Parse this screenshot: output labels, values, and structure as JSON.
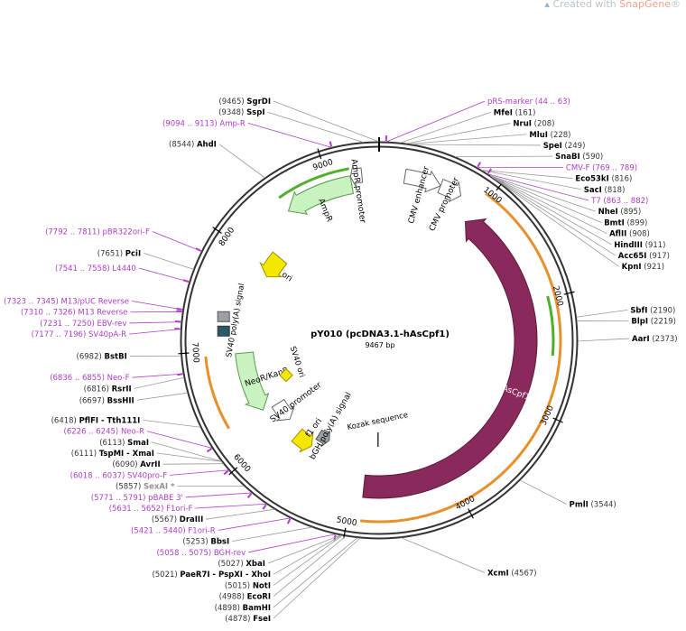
{
  "watermark": {
    "prefix": "Created with ",
    "brand": "SnapGene",
    "mark": "®"
  },
  "plasmid": {
    "name": "pY010 (pcDNA3.1-hAsCpf1)",
    "length_label": "9467 bp",
    "total_bp": 9467
  },
  "colors": {
    "backbone": "#333333",
    "enzyme_text": "#000000",
    "enzyme_pos": "#333333",
    "primer": "#b03cc8",
    "asCpf1": "#8a2a5c",
    "orf_light": "#c8f2c0",
    "orf_dark": "#3a8a22",
    "ori": "#f5e800",
    "promoter": "#ffffff",
    "polyA": "#9aa0a6",
    "orange": "#e7902a",
    "green": "#4db02a",
    "pink": "#c88aa0",
    "grey_site": "#909090"
  },
  "ticks": [
    {
      "bp": 1000,
      "label": "1000"
    },
    {
      "bp": 2000,
      "label": "2000"
    },
    {
      "bp": 3000,
      "label": "3000"
    },
    {
      "bp": 4000,
      "label": "4000"
    },
    {
      "bp": 5000,
      "label": "5000"
    },
    {
      "bp": 6000,
      "label": "6000"
    },
    {
      "bp": 7000,
      "label": "7000"
    },
    {
      "bp": 8000,
      "label": "8000"
    },
    {
      "bp": 9000,
      "label": "9000"
    }
  ],
  "features": [
    {
      "name": "AsCpf1",
      "start": 947,
      "end": 4890,
      "dir": -1,
      "kind": "asCpf1",
      "label": "AsCpf1"
    },
    {
      "name": "AmpR",
      "start": 8545,
      "end": 9205,
      "dir": -1,
      "kind": "orf_light",
      "label": "AmpR"
    },
    {
      "name": "AmpR promoter",
      "start": 9206,
      "end": 9310,
      "dir": -1,
      "kind": "promoter",
      "label": "AmpR promoter"
    },
    {
      "name": "ori",
      "start": 7875,
      "end": 8145,
      "dir": -1,
      "kind": "ori",
      "label": "ori"
    },
    {
      "name": "NeoR/KanR",
      "start": 6285,
      "end": 6960,
      "dir": -1,
      "kind": "orf_light",
      "label": "NeoR/KanR"
    },
    {
      "name": "SV40 promoter",
      "start": 6010,
      "end": 6260,
      "dir": -1,
      "kind": "promoter",
      "label": "SV40 promoter"
    },
    {
      "name": "f1 ori",
      "start": 5590,
      "end": 5810,
      "dir": -1,
      "kind": "ori",
      "label": "f1 ori"
    },
    {
      "name": "bGH poly(A) signal",
      "start": 5430,
      "end": 5590,
      "dir": -1,
      "kind": "polyA",
      "label": "bGH poly(A) signal"
    },
    {
      "name": "CMV enhancer",
      "start": 235,
      "end": 570,
      "dir": 1,
      "kind": "promoter",
      "label": "CMV enhancer"
    },
    {
      "name": "CMV promoter",
      "start": 570,
      "end": 775,
      "dir": 1,
      "kind": "promoter",
      "label": "CMV promoter"
    }
  ],
  "outer_arcs": [
    {
      "start": 947,
      "end": 4890,
      "kind": "orange",
      "ring": 206
    },
    {
      "start": 1980,
      "end": 2500,
      "kind": "green",
      "ring": 198
    },
    {
      "start": 8545,
      "end": 9205,
      "kind": "green",
      "ring": 198
    },
    {
      "start": 6300,
      "end": 6960,
      "kind": "orange",
      "ring": 198
    }
  ],
  "small_markers": [
    {
      "bp": 7340,
      "label": "SV40 poly(A) signal"
    },
    {
      "bp": 4750,
      "label": "Kozak sequence"
    },
    {
      "bp": 6560,
      "label": "SV40 ori"
    }
  ],
  "inner_labels": [
    {
      "text": "SV40 poly(A) signal"
    },
    {
      "text": "Kozak sequence"
    },
    {
      "text": "SV40 ori"
    }
  ],
  "sites": [
    {
      "name": "SgrDI",
      "pos": "(9465)",
      "bp": 9465,
      "kind": "enzyme"
    },
    {
      "name": "SspI",
      "pos": "(9348)",
      "bp": 9348,
      "kind": "enzyme"
    },
    {
      "name": "Amp-R",
      "pos": "(9094 .. 9113)",
      "bp": 9103,
      "kind": "primer"
    },
    {
      "name": "AhdI",
      "pos": "(8544)",
      "bp": 8544,
      "kind": "enzyme"
    },
    {
      "name": "pBR322ori-F",
      "pos": "(7792 .. 7811)",
      "bp": 7801,
      "kind": "primer"
    },
    {
      "name": "PciI",
      "pos": "(7651)",
      "bp": 7651,
      "kind": "enzyme"
    },
    {
      "name": "L4440",
      "pos": "(7541 .. 7558)",
      "bp": 7550,
      "kind": "primer"
    },
    {
      "name": "M13/pUC Reverse",
      "pos": "(7323 .. 7345)",
      "bp": 7334,
      "kind": "primer"
    },
    {
      "name": "M13 Reverse",
      "pos": "(7310 .. 7326)",
      "bp": 7318,
      "kind": "primer"
    },
    {
      "name": "EBV-rev",
      "pos": "(7231 .. 7250)",
      "bp": 7240,
      "kind": "primer"
    },
    {
      "name": "SV40pA-R",
      "pos": "(7177 .. 7196)",
      "bp": 7186,
      "kind": "primer"
    },
    {
      "name": "BstBI",
      "pos": "(6982)",
      "bp": 6982,
      "kind": "enzyme"
    },
    {
      "name": "Neo-F",
      "pos": "(6836 .. 6855)",
      "bp": 6845,
      "kind": "primer"
    },
    {
      "name": "RsrII",
      "pos": "(6816)",
      "bp": 6816,
      "kind": "enzyme"
    },
    {
      "name": "BssHII",
      "pos": "(6697)",
      "bp": 6697,
      "kind": "enzyme"
    },
    {
      "name": "PflFI - Tth111I",
      "pos": "(6418)",
      "bp": 6418,
      "kind": "enzyme"
    },
    {
      "name": "Neo-R",
      "pos": "(6226 .. 6245)",
      "bp": 6235,
      "kind": "primer"
    },
    {
      "name": "SmaI",
      "pos": "(6113)",
      "bp": 6113,
      "kind": "enzyme"
    },
    {
      "name": "TspMI - XmaI",
      "pos": "(6111)",
      "bp": 6111,
      "kind": "enzyme"
    },
    {
      "name": "AvrII",
      "pos": "(6090)",
      "bp": 6090,
      "kind": "enzyme"
    },
    {
      "name": "SV40pro-F",
      "pos": "(6018 .. 6037)",
      "bp": 6027,
      "kind": "primer"
    },
    {
      "name": "SexAI *",
      "pos": "(5857)",
      "bp": 5857,
      "kind": "grey"
    },
    {
      "name": "pBABE 3'",
      "pos": "(5771 .. 5791)",
      "bp": 5781,
      "kind": "primer"
    },
    {
      "name": "F1ori-F",
      "pos": "(5631 .. 5652)",
      "bp": 5641,
      "kind": "primer"
    },
    {
      "name": "DraIII",
      "pos": "(5567)",
      "bp": 5567,
      "kind": "enzyme"
    },
    {
      "name": "F1ori-R",
      "pos": "(5421 .. 5440)",
      "bp": 5430,
      "kind": "primer"
    },
    {
      "name": "BbsI",
      "pos": "(5253)",
      "bp": 5253,
      "kind": "enzyme"
    },
    {
      "name": "BGH-rev",
      "pos": "(5058 .. 5075)",
      "bp": 5066,
      "kind": "primer"
    },
    {
      "name": "XbaI",
      "pos": "(5027)",
      "bp": 5027,
      "kind": "enzyme"
    },
    {
      "name": "PaeR7I - PspXI - XhoI",
      "pos": "(5021)",
      "bp": 5021,
      "kind": "enzyme"
    },
    {
      "name": "NotI",
      "pos": "(5015)",
      "bp": 5015,
      "kind": "enzyme"
    },
    {
      "name": "EcoRI",
      "pos": "(4988)",
      "bp": 4988,
      "kind": "enzyme"
    },
    {
      "name": "BamHI",
      "pos": "(4898)",
      "bp": 4898,
      "kind": "enzyme"
    },
    {
      "name": "FseI",
      "pos": "(4878)",
      "bp": 4878,
      "kind": "enzyme"
    },
    {
      "name": "XcmI",
      "pos": "(4567)",
      "bp": 4567,
      "kind": "enzyme"
    },
    {
      "name": "PmlI",
      "pos": "(3544)",
      "bp": 3544,
      "kind": "enzyme"
    },
    {
      "name": "AarI",
      "pos": "(2373)",
      "bp": 2373,
      "kind": "enzyme"
    },
    {
      "name": "BlpI",
      "pos": "(2219)",
      "bp": 2219,
      "kind": "enzyme"
    },
    {
      "name": "SbfI",
      "pos": "(2190)",
      "bp": 2190,
      "kind": "enzyme"
    },
    {
      "name": "KpnI",
      "pos": "(921)",
      "bp": 921,
      "kind": "enzyme"
    },
    {
      "name": "Acc65I",
      "pos": "(917)",
      "bp": 917,
      "kind": "enzyme"
    },
    {
      "name": "HindIII",
      "pos": "(911)",
      "bp": 911,
      "kind": "enzyme"
    },
    {
      "name": "AflII",
      "pos": "(908)",
      "bp": 908,
      "kind": "enzyme"
    },
    {
      "name": "BmtI",
      "pos": "(899)",
      "bp": 899,
      "kind": "enzyme"
    },
    {
      "name": "NheI",
      "pos": "(895)",
      "bp": 895,
      "kind": "enzyme"
    },
    {
      "name": "T7",
      "pos": "(863 .. 882)",
      "bp": 872,
      "kind": "primer"
    },
    {
      "name": "SacI",
      "pos": "(818)",
      "bp": 818,
      "kind": "enzyme"
    },
    {
      "name": "Eco53kI",
      "pos": "(816)",
      "bp": 816,
      "kind": "enzyme"
    },
    {
      "name": "CMV-F",
      "pos": "(769 .. 789)",
      "bp": 779,
      "kind": "primer"
    },
    {
      "name": "SnaBI",
      "pos": "(590)",
      "bp": 590,
      "kind": "enzyme"
    },
    {
      "name": "SpeI",
      "pos": "(249)",
      "bp": 249,
      "kind": "enzyme"
    },
    {
      "name": "MluI",
      "pos": "(228)",
      "bp": 228,
      "kind": "enzyme"
    },
    {
      "name": "NruI",
      "pos": "(208)",
      "bp": 208,
      "kind": "enzyme"
    },
    {
      "name": "MfeI",
      "pos": "(161)",
      "bp": 161,
      "kind": "enzyme"
    },
    {
      "name": "pRS-marker",
      "pos": "(44 .. 63)",
      "bp": 53,
      "kind": "primer"
    }
  ]
}
